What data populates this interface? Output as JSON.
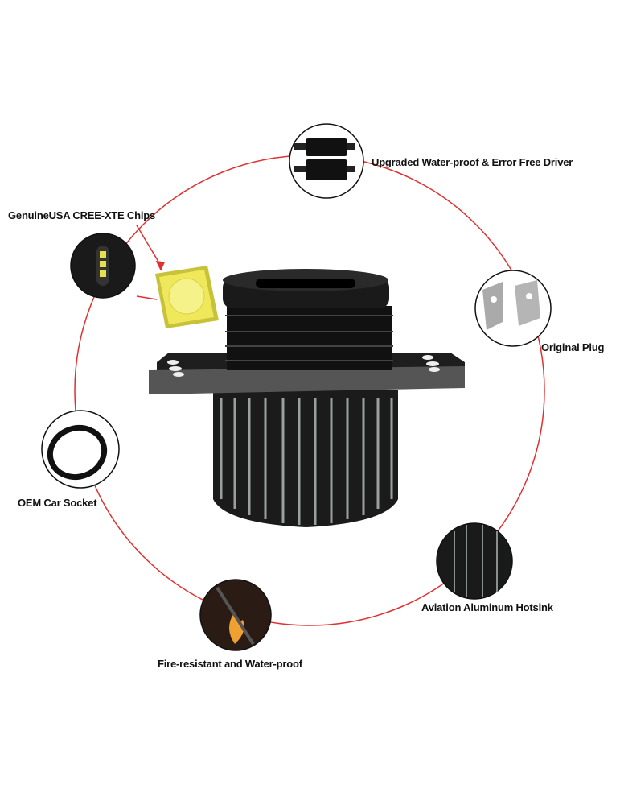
{
  "features": [
    {
      "id": "driver",
      "label": "Upgraded Water-proof & Error Free Driver",
      "icon": "driver-icon"
    },
    {
      "id": "chips",
      "label": "GenuineUSA CREE-XTE Chips",
      "icon": "led-chip-icon"
    },
    {
      "id": "plug",
      "label": "Original Plug",
      "icon": "plug-icon"
    },
    {
      "id": "socket",
      "label": "OEM Car Socket",
      "icon": "socket-icon"
    },
    {
      "id": "hotsink",
      "label": "Aviation Aluminum Hotsink",
      "icon": "heatsink-icon"
    },
    {
      "id": "fire",
      "label": "Fire-resistant and Water-proof",
      "icon": "flame-icon"
    }
  ],
  "colors": {
    "ring": "#e03030",
    "product": "#1a1a1a",
    "chip": "#e8e04a"
  }
}
